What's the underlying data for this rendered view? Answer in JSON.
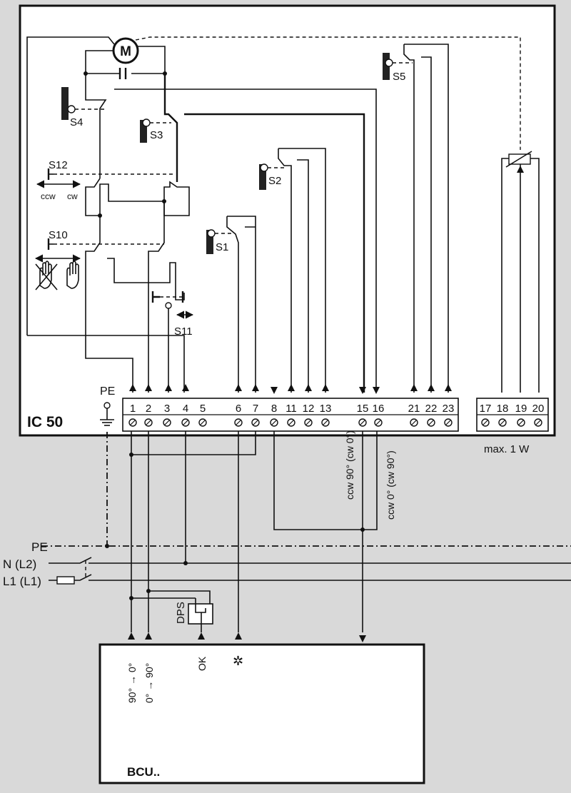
{
  "device": {
    "name": "IC 50"
  },
  "controller": {
    "name": "BCU.."
  },
  "terminals": [
    "1",
    "2",
    "3",
    "4",
    "5",
    "6",
    "7",
    "8",
    "11",
    "12",
    "13",
    "15",
    "16",
    "21",
    "22",
    "23"
  ],
  "aux_terminals": [
    "17",
    "18",
    "19",
    "20"
  ],
  "aux_note": "max. 1 W",
  "motor_symbol": "M",
  "switches": {
    "s1": "S1",
    "s2": "S2",
    "s3": "S3",
    "s4": "S4",
    "s5": "S5",
    "s10": "S10",
    "s11": "S11",
    "s12": "S12"
  },
  "direction": {
    "ccw": "ccw",
    "cw": "cw"
  },
  "pe_label": "PE",
  "rotation_labels": {
    "t15": "ccw 90° (cw 0°)",
    "t16": "ccw 0° (cw 90°)"
  },
  "mains": {
    "pe": "PE",
    "n": "N (L2)",
    "l1": "L1 (L1)"
  },
  "dps_label": "DPS",
  "bcu_inputs": {
    "a": "90° → 0°",
    "b": "0° → 90°",
    "ok": "OK",
    "flame": "✲"
  },
  "icons": [
    "motor-icon",
    "ground-icon",
    "hand-disabled-icon",
    "hand-icon",
    "fuse-icon",
    "potentiometer-icon",
    "flame-icon"
  ]
}
